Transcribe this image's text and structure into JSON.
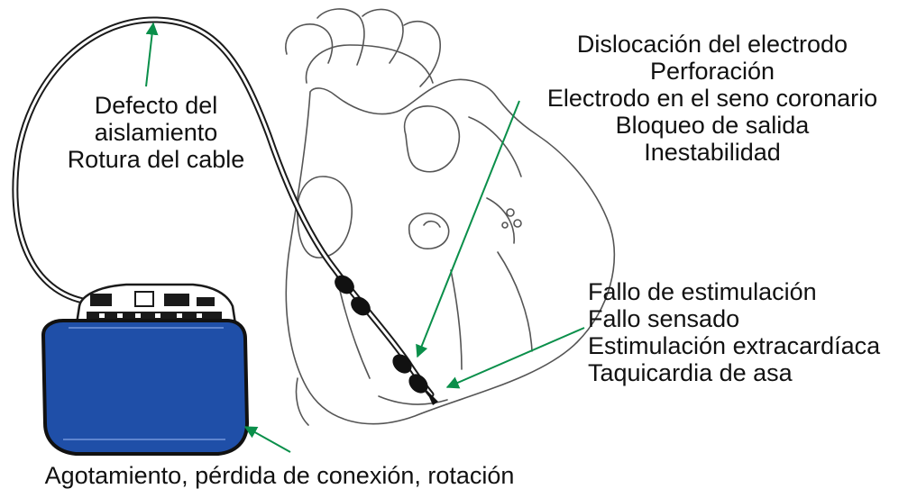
{
  "colors": {
    "arrow": "#0a8f4a",
    "generator_body": "#1f4fa8",
    "outline": "#1a1a1a",
    "heart_line": "#555555"
  },
  "labels": {
    "insulation": [
      "Defecto del",
      "aislamiento",
      "Rotura del cable"
    ],
    "lead_tip": [
      "Dislocación del electrodo",
      "Perforación",
      "Electrodo en el seno coronario",
      "Bloqueo de salida",
      "Inestabilidad"
    ],
    "pacing": [
      "Fallo de estimulación",
      "Fallo sensado",
      "Estimulación extracardíaca",
      "Taquicardia de asa"
    ],
    "generator": "Agotamiento, pérdida de conexión, rotación"
  }
}
